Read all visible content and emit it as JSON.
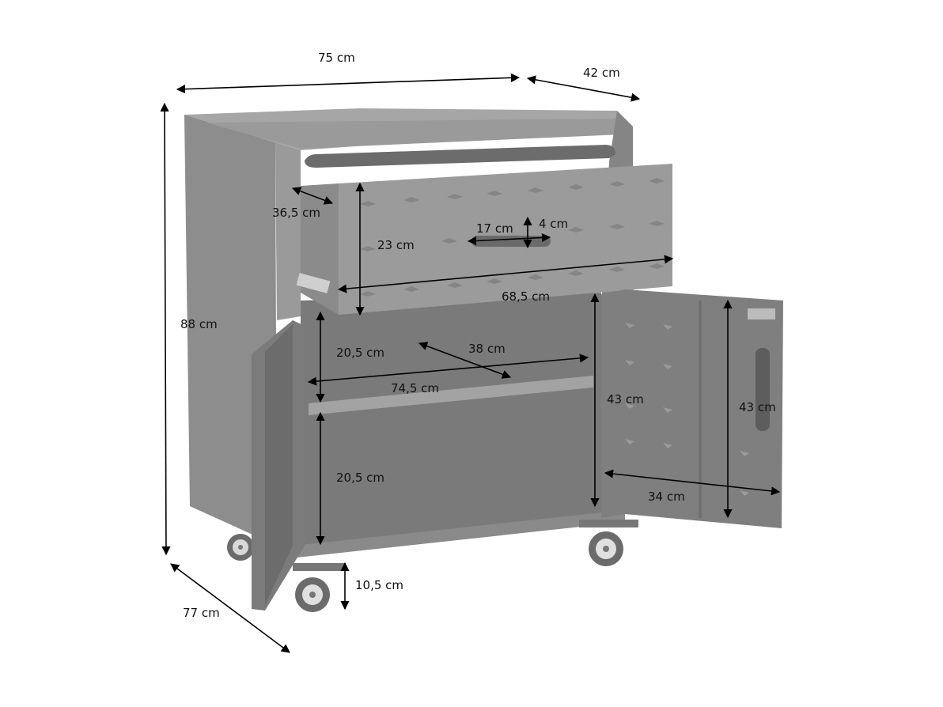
{
  "diagram": {
    "subject": "Metal workshop cabinet on casters with one drawer and two doors",
    "colors": {
      "cabinet_dark": "#6f6f6f",
      "cabinet_mid": "#8a8a8a",
      "cabinet_light": "#a8a8a8",
      "arrow": "#000000",
      "background": "#ffffff"
    },
    "dimensions": {
      "overall_width": "75 cm",
      "overall_depth": "42 cm",
      "overall_height": "88 cm",
      "open_door_depth": "77 cm",
      "drawer_depth": "36,5 cm",
      "drawer_height": "23 cm",
      "handle_length": "17 cm",
      "handle_height": "4 cm",
      "drawer_width": "68,5 cm",
      "upper_shelf_height": "20,5 cm",
      "shelf_depth": "38 cm",
      "inner_width": "74,5 cm",
      "lower_shelf_height": "20,5 cm",
      "door_opening_height": "43 cm",
      "door_height": "43 cm",
      "door_width": "34 cm",
      "caster_height": "10,5 cm"
    }
  }
}
